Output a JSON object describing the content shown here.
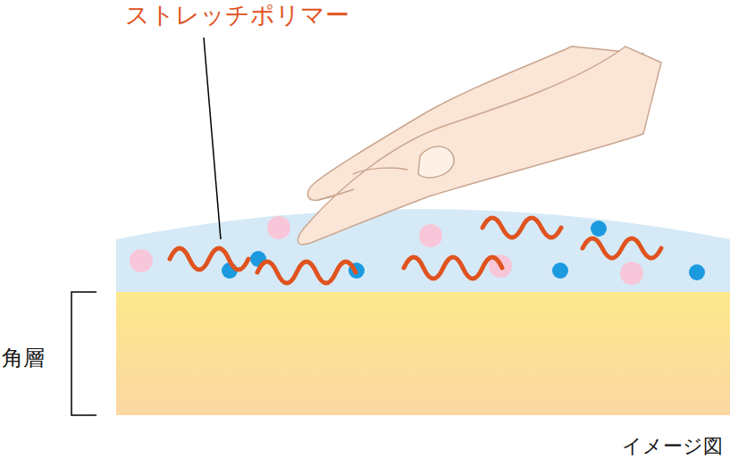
{
  "diagram": {
    "labels": [
      "ストレッチポリマー",
      "角層",
      "イメージ図"
    ]
  }
}
